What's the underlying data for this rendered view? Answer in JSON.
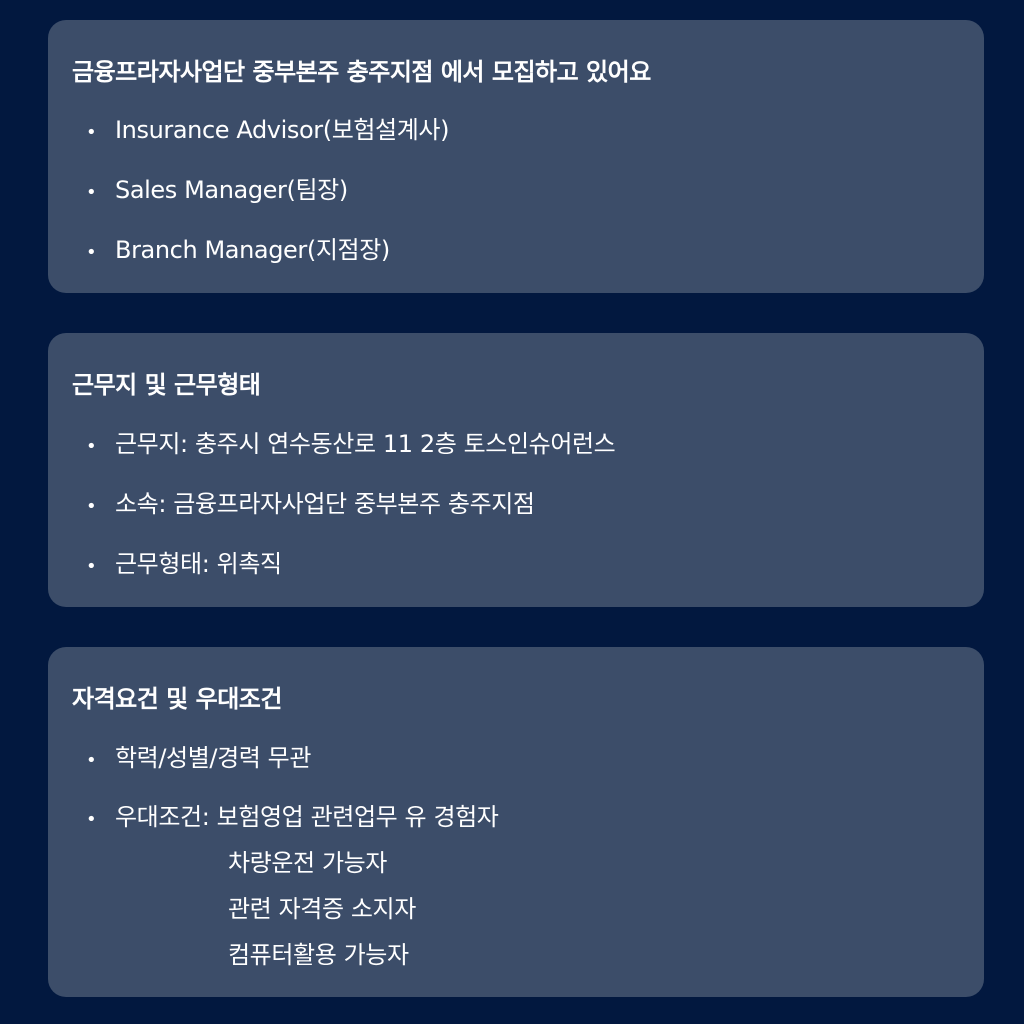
{
  "recruit": {
    "title": "금융프라자사업단 중부본주 충주지점 에서 모집하고 있어요",
    "items": [
      "Insurance Advisor(보험설계사)",
      "Sales Manager(팀장)",
      "Branch Manager(지점장)"
    ]
  },
  "work": {
    "title": "근무지 및 근무형태",
    "items": [
      "근무지: 충주시 연수동산로 11 2층 토스인슈어런스",
      "소속: 금융프라자사업단 중부본주 충주지점",
      "근무형태: 위촉직"
    ]
  },
  "qualification": {
    "title": "자격요건 및 우대조건",
    "items": [
      "학력/성별/경력 무관",
      "우대조건: 보험영업 관련업무 유 경험자"
    ],
    "preferred_extra": [
      "차량운전 가능자",
      "관련 자격증 소지자",
      "컴퓨터활용 가능자"
    ]
  },
  "bullet_glyph": "•"
}
